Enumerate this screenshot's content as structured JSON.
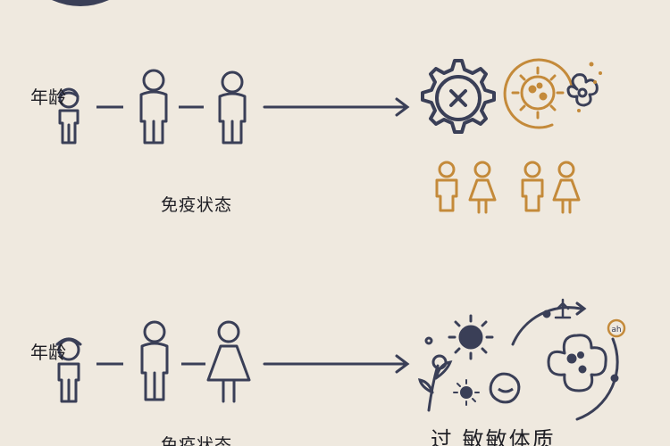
{
  "rows": [
    {
      "age_label": "年龄",
      "caption": "免疫状态"
    },
    {
      "age_label": "年龄",
      "caption": "免疫状态",
      "result_caption": "过 敏敏体质"
    }
  ],
  "icons": {
    "badge_text": "ah"
  },
  "colors": {
    "background": "#efe9df",
    "ink": "#3a3f57",
    "accent": "#c48a3a",
    "header": "#3a3f57"
  }
}
